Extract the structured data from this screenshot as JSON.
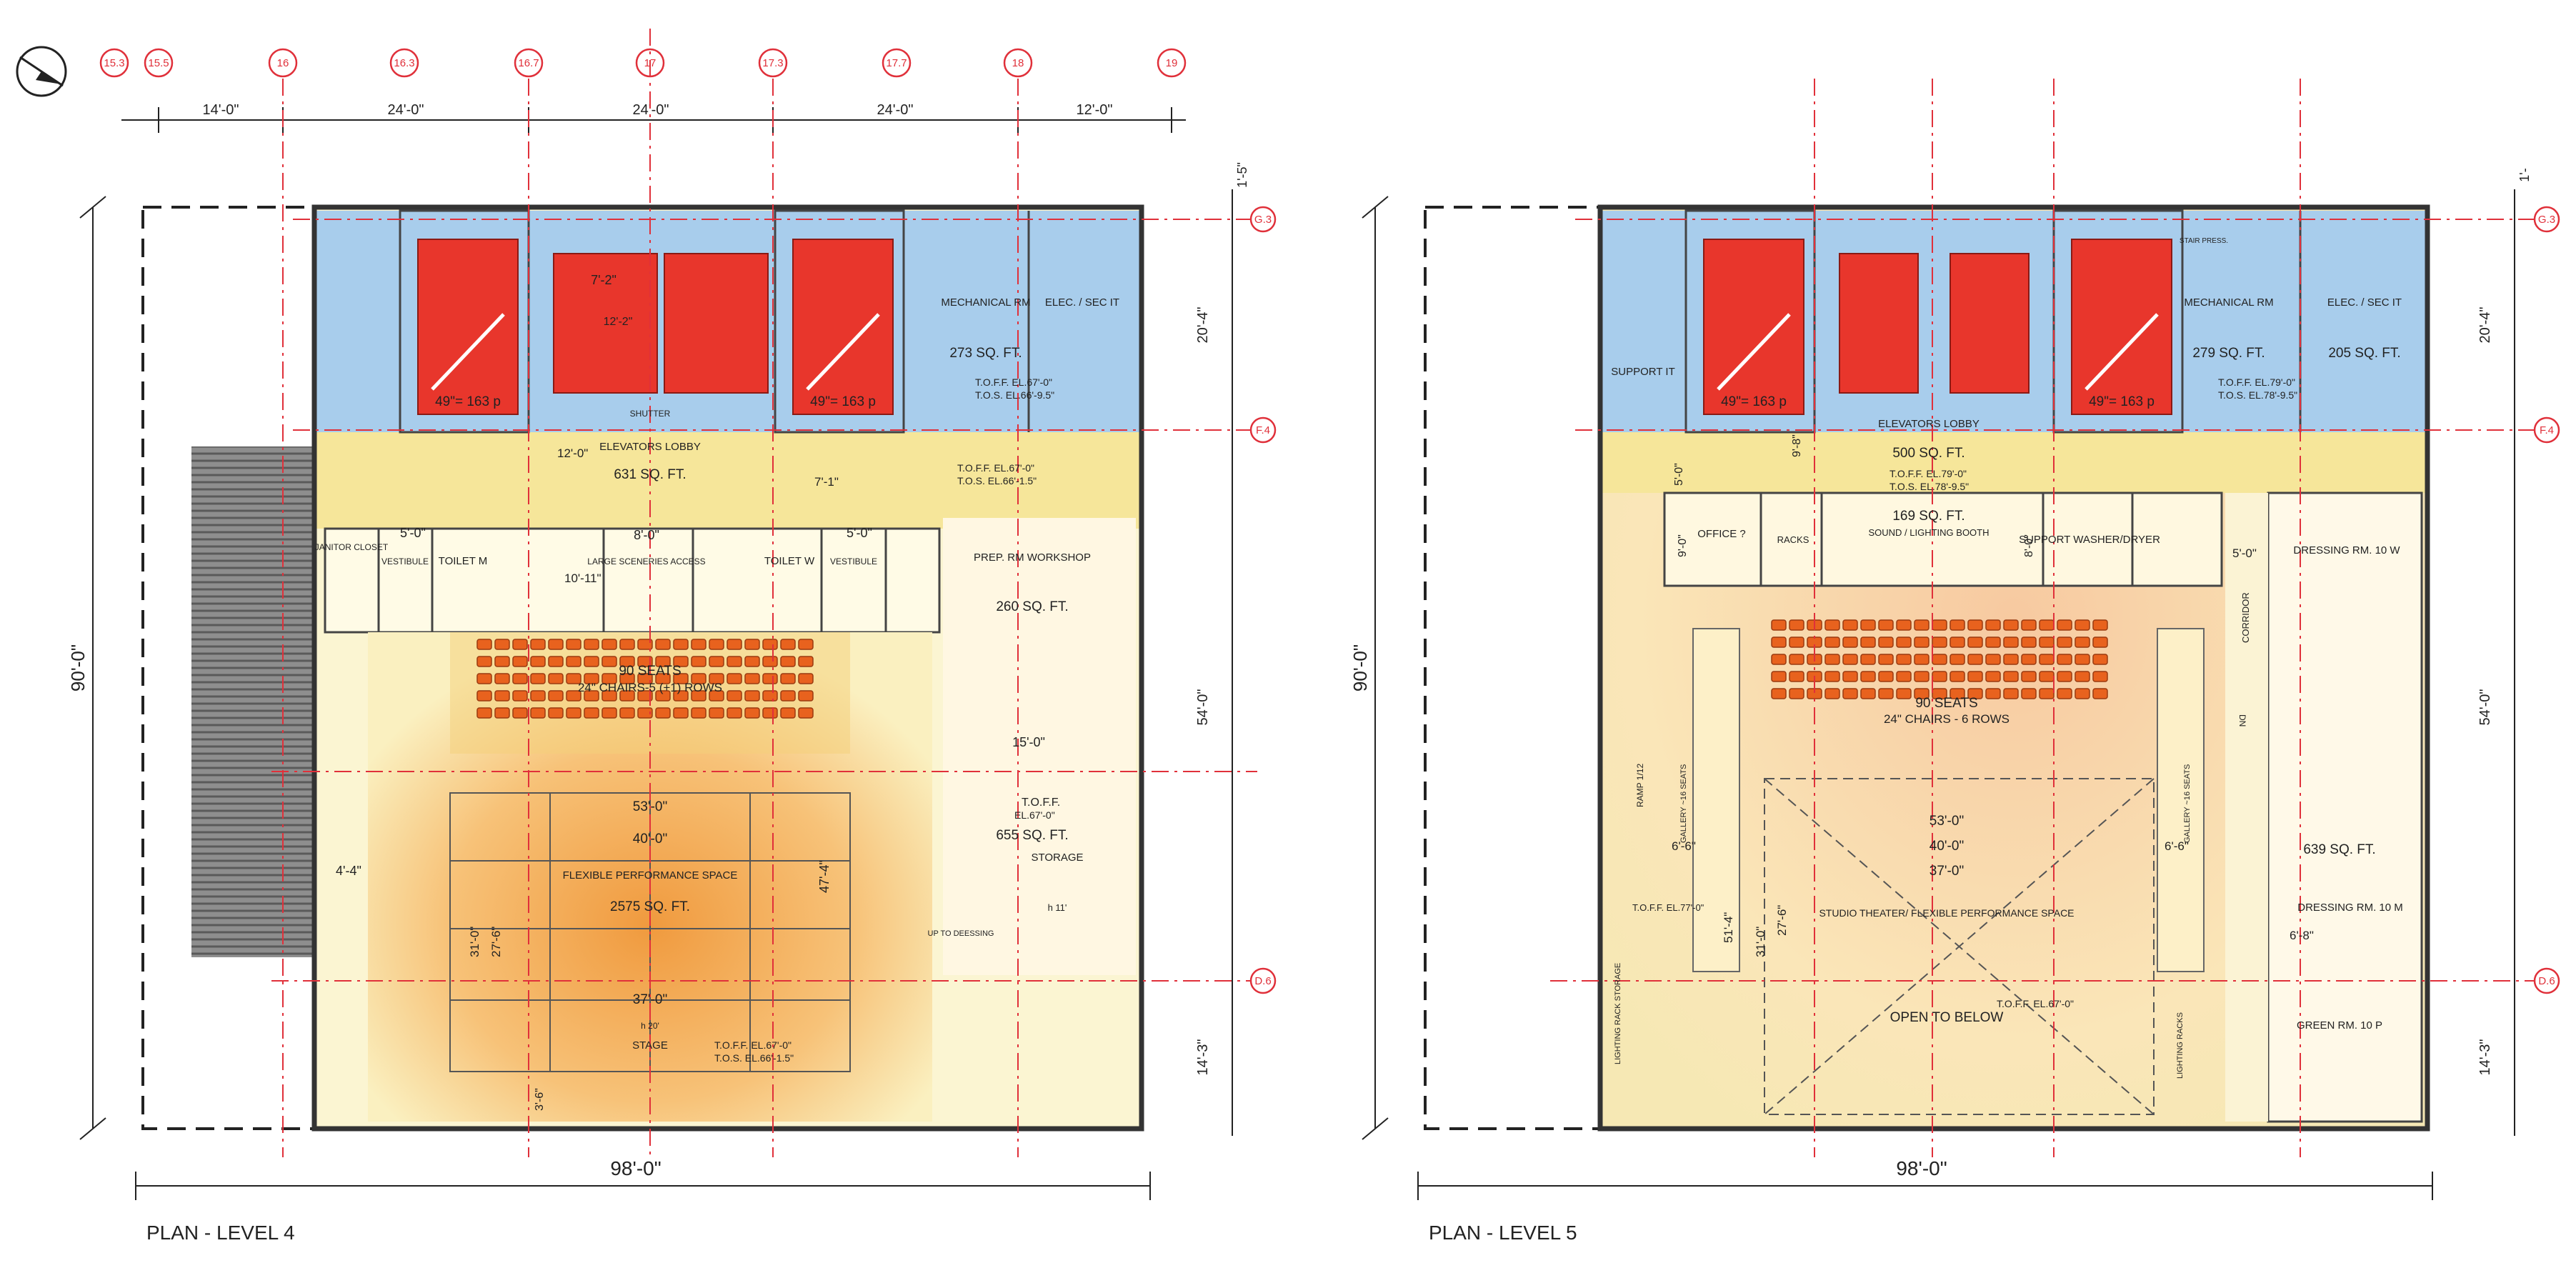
{
  "grid_bubbles": [
    "15.3",
    "15.5",
    "16",
    "16.3",
    "16.7",
    "17",
    "17.3",
    "17.7",
    "18",
    "19"
  ],
  "row_bubbles": [
    "G.3",
    "F.4",
    "D.6"
  ],
  "top_dims": [
    "14'-0\"",
    "24'-0\"",
    "24'-0\"",
    "24'-0\"",
    "12'-0\""
  ],
  "plan4": {
    "title": "PLAN - LEVEL 4",
    "width_dim": "98'-0\"",
    "height_dim": "90'-0\"",
    "right_dims": [
      "1'-5\"",
      "20'-4\"",
      "54'-0\"",
      "14'-3\""
    ],
    "rooms": {
      "stair_a": "49\"= 163 p",
      "stair_b": "49\"= 163 p",
      "elev_dim_1": "7'-2\"",
      "elev_dim_2": "12'-2\"",
      "mech": "MECHANICAL RM",
      "mech_area": "273 SQ. FT.",
      "mech_tof": "T.O.F.F. EL.67'-0\"",
      "mech_tos": "T.O.S. EL.66'-9.5\"",
      "elec": "ELEC. / SEC IT",
      "shutter": "SHUTTER",
      "lobby": "ELEVATORS LOBBY",
      "lobby_area": "631 SQ. FT.",
      "lobby_dim_1": "12'-0\"",
      "lobby_dim_2": "7'-1\"",
      "lobby_tof": "T.O.F.F. EL.67'-0\"",
      "lobby_tos": "T.O.S. EL.66'-1.5\"",
      "janitor": "JANITOR CLOSET",
      "vestibule_1": "VESTIBULE",
      "vestibule_2": "VESTIBULE",
      "vest_dim_1": "5'-0\"",
      "vest_dim_2": "5'-0\"",
      "toilet_m": "TOILET M",
      "toilet_w": "TOILET W",
      "toilet_dim": "10'-11\"",
      "scenery_dim": "8'-0\"",
      "scenery": "LARGE SCENERIES ACCESS",
      "prep": "PREP. RM WORKSHOP",
      "prep_area": "260 SQ. FT.",
      "seats": "90 SEATS",
      "seats_sub": "24\" CHAIRS-5 (+1) ROWS",
      "prep_dim": "15'-0\"",
      "stor_tof": "T.O.F.F.",
      "stor_el": "EL.67'-0\"",
      "storage_area": "655 SQ. FT.",
      "storage": "STORAGE",
      "storage_h": "h 11'",
      "perf_dim_1": "53'-0\"",
      "perf_dim_2": "40'-0\"",
      "perf_dim_3": "47'-4\"",
      "perf_dim_4": "4'-4\"",
      "perf": "FLEXIBLE PERFORMANCE SPACE",
      "perf_area": "2575 SQ. FT.",
      "perf_dim_5": "31'-0\"",
      "perf_dim_6": "27'-6\"",
      "up": "UP TO DEESSING",
      "stage_dim": "37'-0\"",
      "stage_h": "h 20'",
      "stage": "STAGE",
      "stage_tof": "T.O.F.F. EL.67'-0\"",
      "stage_tos": "T.O.S. EL.66'-1.5\"",
      "stage_dim_2": "3'-6\""
    }
  },
  "plan5": {
    "title": "PLAN - LEVEL 5",
    "width_dim": "98'-0\"",
    "height_dim": "90'-0\"",
    "right_dims": [
      "1'-",
      "20'-4\"",
      "54'-0\"",
      "14'-3\""
    ],
    "rooms": {
      "support": "SUPPORT IT",
      "stair_a": "49\"= 163 p",
      "stair_b": "49\"= 163 p",
      "stair_press": "STAIR PRESS.",
      "mech": "MECHANICAL RM",
      "mech_area": "279 SQ. FT.",
      "mech_tof": "T.O.F.F. EL.79'-0\"",
      "mech_tos": "T.O.S. EL.78'-9.5\"",
      "elec": "ELEC. / SEC IT",
      "elec_area": "205 SQ. FT.",
      "lobby": "ELEVATORS LOBBY",
      "lobby_area": "500 SQ. FT.",
      "lobby_dim_1": "9'-8\"",
      "lobby_dim_2": "5'-0\"",
      "lobby_tof": "T.O.F.F. EL.79'-0\"",
      "lobby_tos": "T.O.S. EL.78'-9.5\"",
      "office": "OFFICE ?",
      "office_dim": "9'-0\"",
      "racks": "RACKS",
      "booth_area": "169 SQ. FT.",
      "booth": "SOUND / LIGHTING BOOTH",
      "booth_dim": "8'-0\"",
      "support_wd": "SUPPORT WASHER/DRYER",
      "corr_dim": "5'-0\"",
      "dress_w": "DRESSING RM. 10 W",
      "corridor": "CORRIDOR",
      "seats": "90 SEATS",
      "seats_sub": "24\" CHAIRS - 6 ROWS",
      "ramp": "RAMP 1/12",
      "gallery_1": "GALLERY ~16 SEATS",
      "gallery_2": "GALLERY ~16 SEATS",
      "dn": "DN",
      "dim_a": "6'-6\"",
      "dim_b": "6'-6\"",
      "studio_dim_1": "53'-0\"",
      "studio_dim_2": "40'-0\"",
      "studio_dim_3": "37'-0\"",
      "studio_dim_4": "51'-4\"",
      "studio_dim_5": "31'-0\"",
      "studio_dim_6": "27'-6\"",
      "studio": "STUDIO THEATER/ FLEXIBLE PERFORMANCE SPACE",
      "studio_tof": "T.O.F.F. EL.77'-0\"",
      "dress_area": "639 SQ. FT.",
      "dress_m": "DRESSING RM. 10 M",
      "corr_dim_2": "6'-8\"",
      "light_storage": "LIGHTING RACK STORAGE",
      "open_below": "OPEN TO BELOW",
      "open_tof": "T.O.F.F. EL.67'-0\"",
      "lighting_racks": "LIGHTING RACKS",
      "green": "GREEN RM. 10 P"
    }
  },
  "colors": {
    "grid": "#e0303a",
    "stair": "#e8362c",
    "service": "#a8cdec",
    "lobby": "#f8eeb0",
    "performance": "#f2a34a",
    "seats": "#e8621e"
  }
}
